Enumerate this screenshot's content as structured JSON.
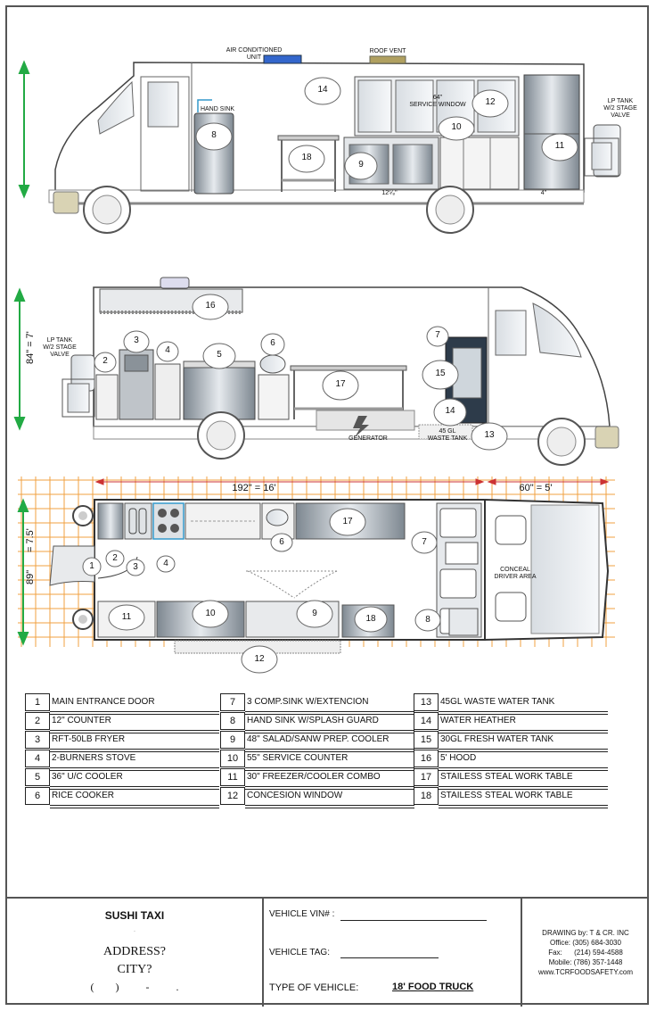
{
  "side_view_1": {
    "air_conditioned": "AIR CONDITIONED\nUNIT",
    "roof_vent": "ROOF VENT",
    "hand_sink": "HAND SINK",
    "service_window": "64\"\nSERVICE WINDOW",
    "lp_tank": "LP TANK\nW/2 STAGE\nVALVE",
    "dim_small_1": "12⁵⁄₈\"",
    "dim_small_2": "4\"",
    "callouts": [
      "14",
      "12",
      "10",
      "8",
      "18",
      "9",
      "11"
    ]
  },
  "side_view_2": {
    "height_dim": "84\" = 7'",
    "lp_tank": "LP TANK\nW/2 STAGE\nVALVE",
    "generator": "GENERATOR",
    "waste_tank": "45 GL\nWASTE TANK",
    "callouts": [
      "16",
      "3",
      "4",
      "2",
      "5",
      "6",
      "7",
      "17",
      "15",
      "14",
      "13"
    ]
  },
  "plan_view": {
    "length_dim": "192\" = 16'",
    "cab_dim": "60\" = 5'",
    "width_dim_1": "89\"",
    "width_dim_2": "= 7.5'",
    "driver_area": "CONCEAL\nDRIVER AREA",
    "callouts": [
      "1",
      "2",
      "3",
      "4",
      "6",
      "17",
      "7",
      "11",
      "10",
      "9",
      "18",
      "8",
      "12"
    ]
  },
  "legend": [
    {
      "n": "1",
      "t": "MAIN ENTRANCE DOOR"
    },
    {
      "n": "2",
      "t": "12\" COUNTER"
    },
    {
      "n": "3",
      "t": "RFT-50LB FRYER"
    },
    {
      "n": "4",
      "t": "2-BURNERS STOVE"
    },
    {
      "n": "5",
      "t": "36\" U/C COOLER"
    },
    {
      "n": "6",
      "t": "RICE COOKER"
    },
    {
      "n": "7",
      "t": "3 COMP.SINK W/EXTENCION"
    },
    {
      "n": "8",
      "t": "HAND SINK W/SPLASH GUARD"
    },
    {
      "n": "9",
      "t": "48\" SALAD/SANW PREP. COOLER"
    },
    {
      "n": "10",
      "t": "55\" SERVICE COUNTER"
    },
    {
      "n": "11",
      "t": "30\" FREEZER/COOLER COMBO"
    },
    {
      "n": "12",
      "t": "CONCESION WINDOW"
    },
    {
      "n": "13",
      "t": "45GL WASTE WATER TANK"
    },
    {
      "n": "14",
      "t": "WATER HEATHER"
    },
    {
      "n": "15",
      "t": "30GL FRESH WATER TANK"
    },
    {
      "n": "16",
      "t": "5' HOOD"
    },
    {
      "n": "17",
      "t": "STAILESS STEAL WORK TABLE"
    },
    {
      "n": "18",
      "t": "STAILESS STEAL WORK TABLE"
    }
  ],
  "title_block": {
    "name": "SUSHI TAXI",
    "dot": ".",
    "address": "ADDRESS?",
    "city": "CITY?",
    "phone": "(        )          -          .",
    "vin_label": "VEHICLE VIN# :",
    "tag_label": "VEHICLE TAG:",
    "type_label": "TYPE OF VEHICLE:",
    "type_value": "18' FOOD TRUCK",
    "drawing_by": "DRAWING by:  T & CR. INC",
    "office": "Office: (305) 684-3030",
    "fax": "Fax:      (214) 594-4588",
    "mobile": "Mobile: (786) 357-1448",
    "website": "www.TCRFOODSAFETY.com"
  },
  "colors": {
    "grid": "#f0a040",
    "arrow_green": "#22aa44",
    "dim_red": "#cc3333",
    "ac_blue": "#3366cc",
    "steel": "#9aa3ad"
  }
}
